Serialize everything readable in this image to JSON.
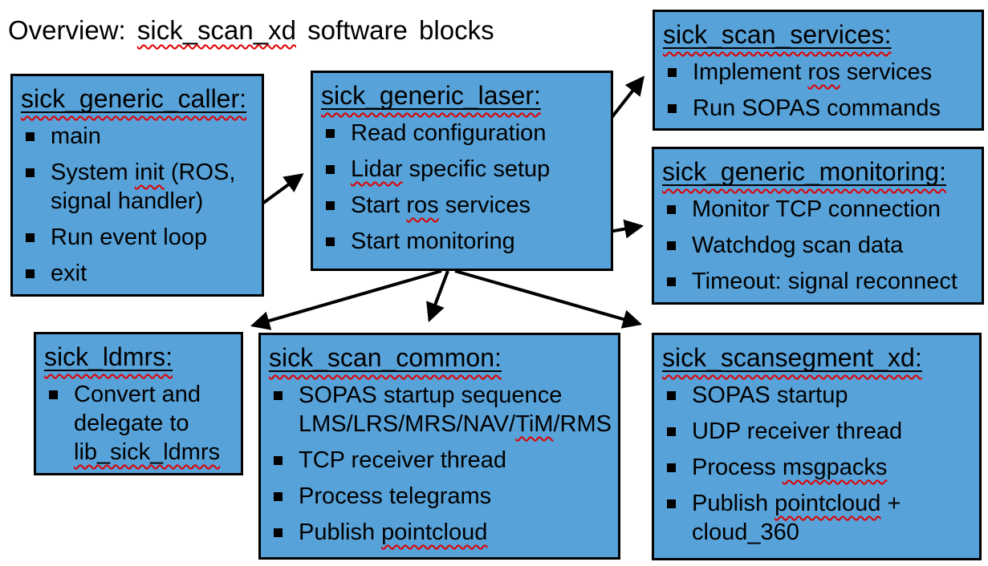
{
  "header": {
    "prefix": "Overview: ",
    "highlight": "sick_scan_xd",
    "suffix": " software blocks"
  },
  "colors": {
    "box_fill": "#57A2D9",
    "box_border": "#000000",
    "arrow_color": "#000000",
    "spellcheck_color": "#E00000",
    "text_color": "#000000",
    "background": "#FFFFFF"
  },
  "blocks": [
    {
      "name": "sick_generic_caller",
      "title": "sick_generic_caller:",
      "items": [
        {
          "segments": [
            {
              "t": "main"
            }
          ]
        },
        {
          "segments": [
            {
              "t": "System "
            },
            {
              "t": "init",
              "w": true
            },
            {
              "t": " (ROS,"
            },
            {
              "br": true
            },
            {
              "t": "signal handler)"
            }
          ]
        },
        {
          "segments": [
            {
              "t": "Run event loop"
            }
          ]
        },
        {
          "segments": [
            {
              "t": "exit"
            }
          ]
        }
      ]
    },
    {
      "name": "sick_generic_laser",
      "title": "sick_generic_laser:",
      "items": [
        {
          "segments": [
            {
              "t": "Read configuration"
            }
          ]
        },
        {
          "segments": [
            {
              "t": "Lidar",
              "w": true
            },
            {
              "t": " specific setup"
            }
          ]
        },
        {
          "segments": [
            {
              "t": "Start "
            },
            {
              "t": "ros",
              "w": true
            },
            {
              "t": " services"
            }
          ]
        },
        {
          "segments": [
            {
              "t": "Start monitoring"
            }
          ]
        }
      ]
    },
    {
      "name": "sick_scan_services",
      "title": "sick_scan_services:",
      "items": [
        {
          "segments": [
            {
              "t": "Implement "
            },
            {
              "t": "ros",
              "w": true
            },
            {
              "t": " services"
            }
          ]
        },
        {
          "segments": [
            {
              "t": "Run SOPAS commands"
            }
          ]
        }
      ]
    },
    {
      "name": "sick_generic_monitoring",
      "title": "sick_generic_monitoring:",
      "items": [
        {
          "segments": [
            {
              "t": "Monitor TCP connection"
            }
          ]
        },
        {
          "segments": [
            {
              "t": "Watchdog scan data"
            }
          ]
        },
        {
          "segments": [
            {
              "t": "Timeout: signal reconnect"
            }
          ]
        }
      ]
    },
    {
      "name": "sick_ldmrs",
      "title": "sick_ldmrs:",
      "items": [
        {
          "segments": [
            {
              "t": "Convert and"
            },
            {
              "br": true
            },
            {
              "t": "delegate to"
            },
            {
              "br": true
            },
            {
              "t": "lib_sick_ldmrs",
              "w": true
            }
          ]
        }
      ]
    },
    {
      "name": "sick_scan_common",
      "title": "sick_scan_common:",
      "items": [
        {
          "segments": [
            {
              "t": "SOPAS startup sequence"
            },
            {
              "br": true
            },
            {
              "t": "LMS/LRS/MRS/NAV/"
            },
            {
              "t": "TiM",
              "w": true
            },
            {
              "t": "/RMS"
            }
          ]
        },
        {
          "segments": [
            {
              "t": "TCP receiver thread"
            }
          ]
        },
        {
          "segments": [
            {
              "t": "Process telegrams"
            }
          ]
        },
        {
          "segments": [
            {
              "t": "Publish "
            },
            {
              "t": "pointcloud",
              "w": true
            }
          ]
        }
      ]
    },
    {
      "name": "sick_scansegment_xd",
      "title": "sick_scansegment_xd:",
      "items": [
        {
          "segments": [
            {
              "t": "SOPAS startup"
            }
          ]
        },
        {
          "segments": [
            {
              "t": "UDP receiver thread"
            }
          ]
        },
        {
          "segments": [
            {
              "t": "Process "
            },
            {
              "t": "msgpacks",
              "w": true
            }
          ]
        },
        {
          "segments": [
            {
              "t": "Publish "
            },
            {
              "t": "pointcloud",
              "w": true
            },
            {
              "t": " +"
            },
            {
              "br": true
            },
            {
              "t": "cloud_360"
            }
          ]
        }
      ]
    }
  ],
  "connections": [
    {
      "from": "sick_generic_caller",
      "from_item": "Run event loop",
      "to": "sick_generic_laser"
    },
    {
      "from": "sick_generic_laser",
      "from_item": "Start ros services",
      "to": "sick_scan_services"
    },
    {
      "from": "sick_generic_laser",
      "from_item": "Start monitoring",
      "to": "sick_generic_monitoring"
    },
    {
      "from": "sick_generic_laser",
      "to": "sick_ldmrs"
    },
    {
      "from": "sick_generic_laser",
      "to": "sick_scan_common"
    },
    {
      "from": "sick_generic_laser",
      "to": "sick_scansegment_xd"
    }
  ]
}
